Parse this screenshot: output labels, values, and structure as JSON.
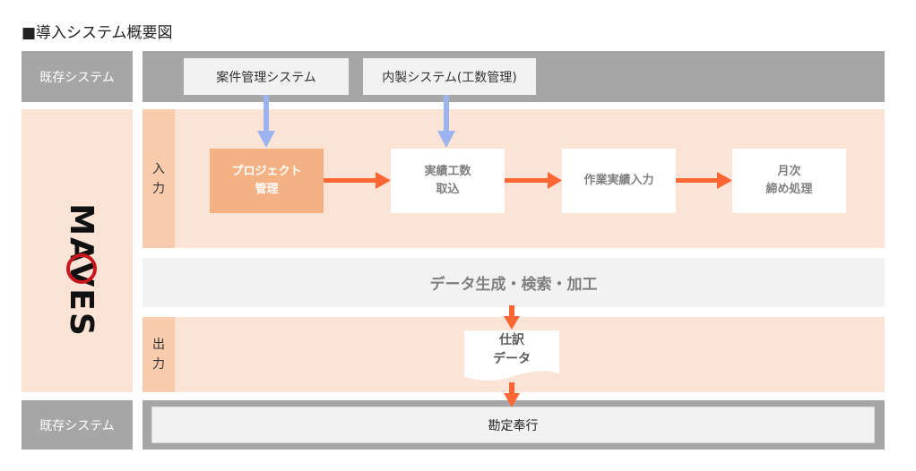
{
  "title": "■導入システム概要図",
  "existing_top": {
    "label": "既存システム",
    "systems": [
      "案件管理システム",
      "内製システム(工数管理)"
    ]
  },
  "maves": {
    "logo_text": "MAVES",
    "input_tab": [
      "入",
      "力"
    ],
    "steps": [
      [
        "プロジェクト",
        "管理"
      ],
      [
        "実績工数",
        "取込"
      ],
      [
        "作業実績入力"
      ],
      [
        "月次",
        "締め処理"
      ]
    ],
    "process": "データ生成・検索・加工",
    "output_tab": [
      "出",
      "力"
    ],
    "document": [
      "仕訳",
      "データ"
    ]
  },
  "existing_bottom": {
    "label": "既存システム",
    "system": "勘定奉行"
  },
  "colors": {
    "gray_band": "#a6a6a6",
    "peach": "#fbe3d6",
    "tab": "#f8cbad",
    "highlight": "#f4b183",
    "arrow_orange": "#ff6633",
    "arrow_blue": "#9bb4f0",
    "logo_red": "#c8161d"
  }
}
